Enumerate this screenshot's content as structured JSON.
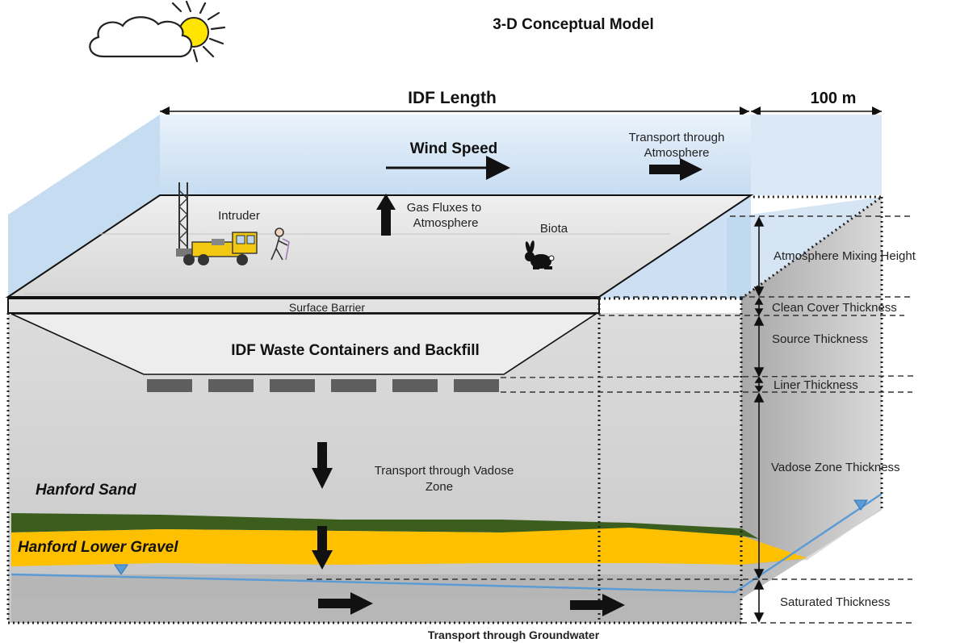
{
  "title": "3-D Conceptual Model",
  "dimensions": {
    "idf_length": "IDF Length",
    "depth": "100 m"
  },
  "surface": {
    "wind_speed": "Wind Speed",
    "transport_atmosphere": [
      "Transport through",
      "Atmosphere"
    ],
    "gas_fluxes": [
      "Gas Fluxes to",
      "Atmosphere"
    ],
    "intruder": "Intruder",
    "biota": "Biota",
    "surface_barrier": "Surface Barrier"
  },
  "subsurface": {
    "waste_containers": "IDF Waste Containers and Backfill",
    "transport_vadose": [
      "Transport through  Vadose",
      "Zone"
    ],
    "hanford_sand": "Hanford Sand",
    "hanford_lower_gravel": "Hanford Lower Gravel",
    "transport_groundwater": "Transport through  Groundwater"
  },
  "thickness_labels": {
    "atmosphere_mixing": "Atmosphere Mixing  Height",
    "clean_cover": "Clean Cover Thickness",
    "source": "Source Thickness",
    "liner": "Liner Thickness",
    "vadose_zone": "Vadose Zone Thickness",
    "saturated": "Saturated Thickness"
  },
  "colors": {
    "sky": "#cfe2f3",
    "ground_top": "#e6e6e6",
    "ground_body": "#d0d0d0",
    "sand_green": "#3b5e1f",
    "gravel_yellow": "#ffc000",
    "water_line": "#5b9bd5",
    "liner_dark": "#595959"
  },
  "icons": [
    "sun-cloud-icon",
    "drill-rig-icon",
    "person-icon",
    "rabbit-icon",
    "water-table-marker-icon"
  ]
}
